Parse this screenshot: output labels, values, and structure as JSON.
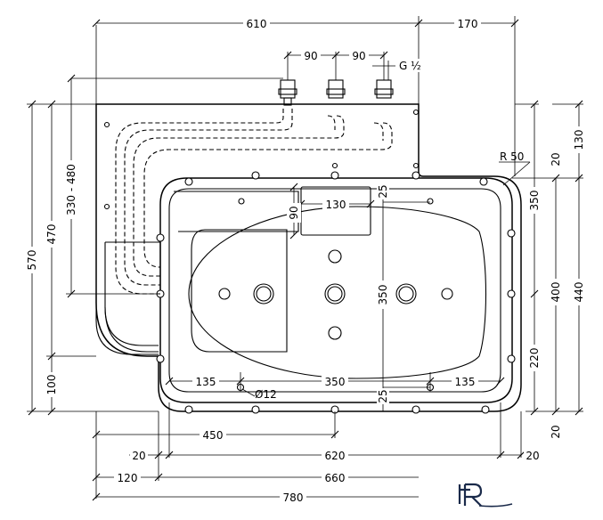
{
  "dimensions": {
    "top_width": "610",
    "right_offset": "170",
    "spacing_1": "90",
    "spacing_2": "90",
    "thread": "G ½",
    "left_height": "570",
    "left_mid": "470",
    "connection_range": "330 - 480",
    "lower_left": "100",
    "step_height": "90",
    "step_width": "130",
    "offset_25_top": "25",
    "center_350": "350",
    "bottom_350": "350",
    "margin_135_left": "135",
    "margin_135_right": "135",
    "hole_diameter": "Ø12",
    "offset_25_bottom": "25",
    "bottom_450": "450",
    "bottom_20": "20",
    "bottom_620": "620",
    "right_20_bottom": "20",
    "bottom_120": "120",
    "bottom_660": "660",
    "bottom_780": "780",
    "radius": "R 50",
    "right_350": "350",
    "right_400": "400",
    "right_440": "440",
    "right_220": "220",
    "right_130": "130",
    "right_20_top": "20",
    "right_20_low": "20"
  },
  "logo": "FR"
}
